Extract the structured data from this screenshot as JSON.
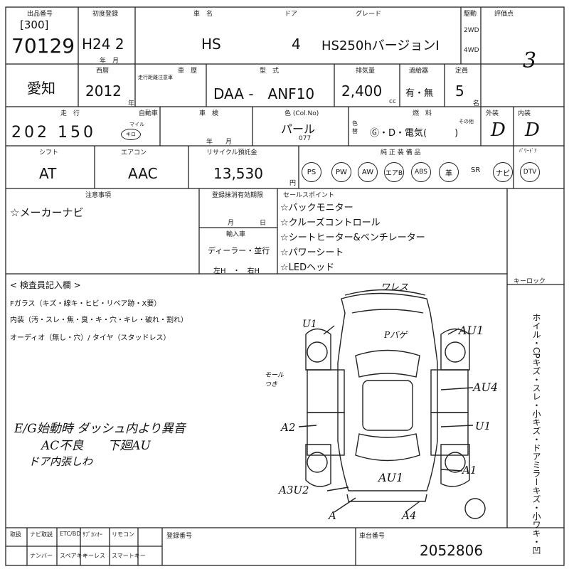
{
  "header": {
    "lot_label": "出品番号",
    "lot_prefix": "[300]",
    "lot_no": "70129",
    "year_label": "初度登録",
    "year_value": "H24 2",
    "year_sub": "年　月",
    "maker_label": "車　名",
    "door_label": "ドア",
    "grade_label": "グレード",
    "car_name": "HS",
    "doors": "4",
    "grade": "HS250hバージョンI",
    "drive_label": "駆動",
    "drive_2wd": "2WD",
    "drive_4wd": "4WD",
    "score_label": "評価点",
    "score": "3"
  },
  "row2": {
    "region": "愛知",
    "model_year_label": "西暦",
    "model_year": "2012",
    "model_year_unit": "年",
    "caution_label": "車　歴",
    "caution_sub": "走行距離注意車",
    "type_label": "型　式",
    "type_value": "DAA -　ANF10",
    "cc_label": "排気量",
    "cc_value": "2,400",
    "cc_unit": "cc",
    "turbo_label": "過給器",
    "turbo_value": "有・無",
    "capacity_label": "定員",
    "capacity_value": "5",
    "capacity_unit": "名"
  },
  "row3": {
    "mileage_label": "走　行",
    "mileage_unit_label": "自動車",
    "mileage_value": "202 150",
    "mileage_unit": "キロ",
    "mileage_mile": "マイル",
    "inspection_label": "車　検",
    "inspection_sub": "年　　月",
    "color_label": "色 (Col.No)",
    "color_value": "パール",
    "color_code": "077",
    "color_change": "色替",
    "fuel_label": "燃　料",
    "fuel_value": "Ⓖ・D・電気(　　　)",
    "fuel_other": "その他",
    "exterior_label": "外装",
    "exterior_value": "D",
    "interior_label": "内装",
    "interior_value": "D"
  },
  "row4": {
    "shift_label": "シフト",
    "shift_value": "AT",
    "ac_label": "エアコン",
    "ac_value": "AAC",
    "recycle_label": "リサイクル預託金",
    "recycle_value": "13,530",
    "recycle_unit": "円",
    "equip_label": "純 正 装 備 品",
    "equip_items": [
      "PS",
      "PW",
      "AW",
      "エアB",
      "ABS",
      "革",
      "SR",
      "ナビ",
      "DTV"
    ],
    "option_label": "ﾊﾟﾜｰﾄﾞｱ"
  },
  "notes": {
    "remarks_label": "注意事項",
    "remark_item": "☆メーカーナビ",
    "deadline_label": "登録抹消有効期限",
    "deadline_sub": "月　　　　日",
    "import_label": "輸入車",
    "import_value": "ディーラー・並行",
    "handle_value": "左H　・　右H",
    "points_label": "セールスポイント",
    "points": [
      "☆バックモニター",
      "☆クルーズコントロール",
      "☆シートヒーター&ベンチレーター",
      "☆パワーシート",
      "☆LEDヘッド"
    ]
  },
  "inspector": {
    "label": "< 検査員記入欄 >",
    "line1": "Fガラス（キズ・線キ・ヒビ・リペア跡・X要）",
    "line2": "内装（汚・スレ・焦・臭・キ・穴・キレ・破れ・割れ）",
    "line3": "オーディオ（無し・穴）/ タイヤ（スタッドレス）",
    "keylock": "キーロック",
    "side_notes": "ホイル・CPキズ・スレ・小キズ・ドアミラーキズ・小ワキ・凹",
    "hand_1": "E/G始動時 ダッシュ内より異音",
    "hand_2": "AC不良　　下廻AU",
    "hand_3": "ドア内張しわ"
  },
  "diagram_marks": {
    "top": "ワレス",
    "u1_left": "U1",
    "dent": "Pバゲ",
    "au1_right": "AU1",
    "molding": "モール\nつき",
    "au4": "AU4",
    "a2": "A2",
    "u1_right": "U1",
    "a1": "A1",
    "au1_bottom": "AU1",
    "a3u2": "A3U2",
    "a_bottom": "A",
    "a4": "A4"
  },
  "footer": {
    "cells_top": [
      "取扱",
      "ナビ取説",
      "ETC/BD",
      "ｻﾌﾞｶﾝｵｰ",
      "リモコン"
    ],
    "cells_bottom": [
      "ナンバー",
      "スペアキー",
      "キーレス",
      "スマートキー"
    ],
    "reg_label": "登録番号",
    "chassis_label": "車台番号",
    "chassis_no": "2052806"
  }
}
